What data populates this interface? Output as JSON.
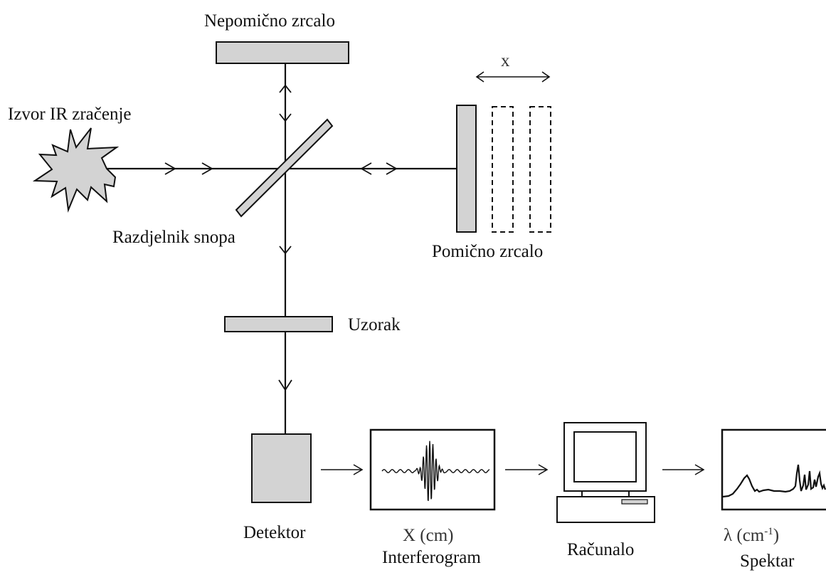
{
  "labels": {
    "fixed_mirror": "Nepomično zrcalo",
    "ir_source": "Izvor IR zračenje",
    "beam_splitter": "Razdjelnik snopa",
    "moving_mirror": "Pomično zrcalo",
    "displacement": "x",
    "sample": "Uzorak",
    "detector": "Detektor",
    "interferogram_axis": "X (cm)",
    "interferogram": "Interferogram",
    "computer": "Računalo",
    "spectrum_axis_main": "λ (cm",
    "spectrum_axis_exp": "-1",
    "spectrum_axis_close": ")",
    "spectrum": "Spektar"
  },
  "colors": {
    "stroke": "#111111",
    "fill": "#d3d3d3",
    "background": "#ffffff"
  }
}
